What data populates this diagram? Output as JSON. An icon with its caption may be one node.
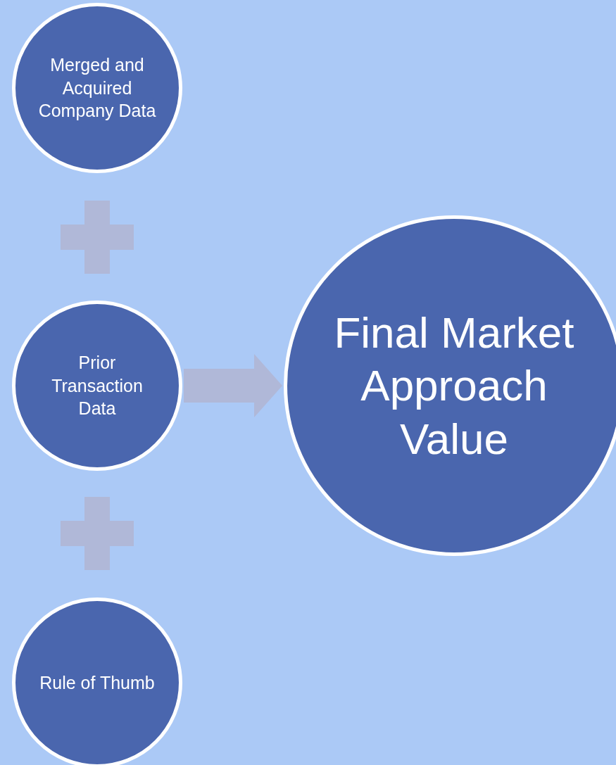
{
  "diagram": {
    "nodes": [
      {
        "text": [
          "Merged and Acquired Company Data"
        ]
      },
      {
        "text": [
          "Prior Transaction Data"
        ]
      },
      {
        "text": [
          "Rule of Thumb"
        ]
      },
      {
        "text": [
          "Final Market Approach Value"
        ]
      }
    ],
    "edges": [
      {
        "from": 1,
        "to": 3,
        "arrow": "to"
      }
    ]
  }
}
